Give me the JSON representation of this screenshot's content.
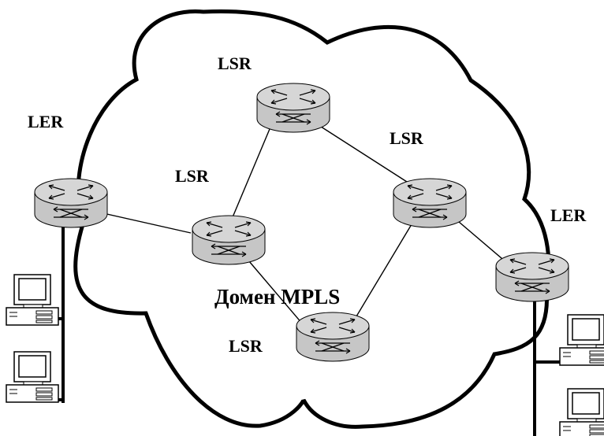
{
  "labels": {
    "ler_left": "LER",
    "ler_right": "LER",
    "lsr_top": "LSR",
    "lsr_right": "LSR",
    "lsr_center": "LSR",
    "lsr_bottom": "LSR",
    "domain": "Домен MPLS"
  },
  "colors": {
    "router_body": "#c8c8c8",
    "router_top": "#d9d9d9",
    "line": "#000000"
  }
}
